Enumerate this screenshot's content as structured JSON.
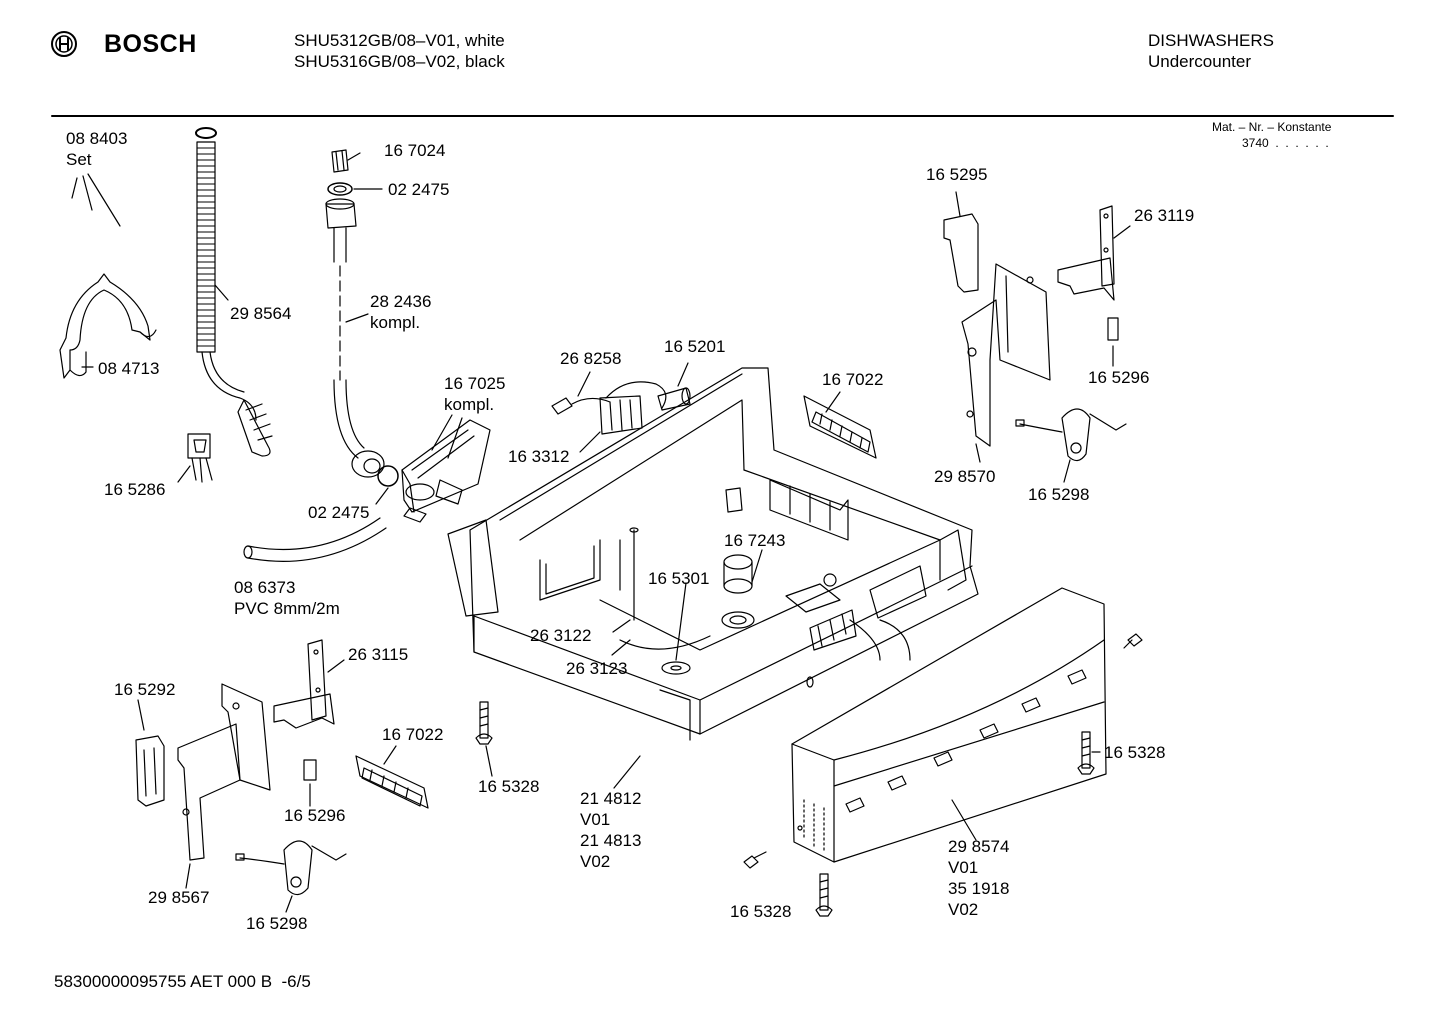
{
  "header": {
    "brand": "BOSCH",
    "model_1": "SHU5312GB/08–V01, white",
    "model_2": "SHU5316GB/08–V02, black",
    "category": "DISHWASHERS",
    "subcategory": "Undercounter",
    "konstante_label": "Mat. – Nr. – Konstante",
    "konstante_value": "3740  .  .  .  .  .  ."
  },
  "parts": [
    {
      "id": "p088403",
      "text": "08 8403"
    },
    {
      "id": "pSet",
      "text": "Set"
    },
    {
      "id": "p084713",
      "text": "08 4713"
    },
    {
      "id": "p298564",
      "text": "29 8564"
    },
    {
      "id": "p165286",
      "text": "16 5286"
    },
    {
      "id": "p167024",
      "text": "16 7024"
    },
    {
      "id": "p022475a",
      "text": "02 2475"
    },
    {
      "id": "p282436",
      "text": "28 2436"
    },
    {
      "id": "pkompl1",
      "text": "kompl."
    },
    {
      "id": "p167025",
      "text": "16 7025"
    },
    {
      "id": "pkompl2",
      "text": "kompl."
    },
    {
      "id": "p022475b",
      "text": "02 2475"
    },
    {
      "id": "p086373",
      "text": "08 6373"
    },
    {
      "id": "pPVC",
      "text": "PVC 8mm/2m"
    },
    {
      "id": "p268258",
      "text": "26 8258"
    },
    {
      "id": "p165201",
      "text": "16 5201"
    },
    {
      "id": "p163312",
      "text": "16 3312"
    },
    {
      "id": "p167022a",
      "text": "16 7022"
    },
    {
      "id": "p165295",
      "text": "16 5295"
    },
    {
      "id": "p263119",
      "text": "26 3119"
    },
    {
      "id": "p165296a",
      "text": "16 5296"
    },
    {
      "id": "p298570",
      "text": "29 8570"
    },
    {
      "id": "p165298a",
      "text": "16 5298"
    },
    {
      "id": "p167243",
      "text": "16 7243"
    },
    {
      "id": "p165301",
      "text": "16 5301"
    },
    {
      "id": "p263122",
      "text": "26 3122"
    },
    {
      "id": "p263123",
      "text": "26 3123"
    },
    {
      "id": "p263115",
      "text": "26 3115"
    },
    {
      "id": "p165292",
      "text": "16 5292"
    },
    {
      "id": "p167022b",
      "text": "16 7022"
    },
    {
      "id": "p165296b",
      "text": "16 5296"
    },
    {
      "id": "p298567",
      "text": "29 8567"
    },
    {
      "id": "p165298b",
      "text": "16 5298"
    },
    {
      "id": "p165328a",
      "text": "16 5328"
    },
    {
      "id": "p214812",
      "text": "21 4812"
    },
    {
      "id": "pV01a",
      "text": "V01"
    },
    {
      "id": "p214813",
      "text": "21 4813"
    },
    {
      "id": "pV02a",
      "text": "V02"
    },
    {
      "id": "p165328b",
      "text": "16 5328"
    },
    {
      "id": "p298574",
      "text": "29 8574"
    },
    {
      "id": "pV01b",
      "text": "V01"
    },
    {
      "id": "p351918",
      "text": "35 1918"
    },
    {
      "id": "pV02b",
      "text": "V02"
    },
    {
      "id": "p165328c",
      "text": "16 5328"
    }
  ],
  "footer": {
    "doc_code": "58300000095755 AET 000 B  -6/5"
  }
}
